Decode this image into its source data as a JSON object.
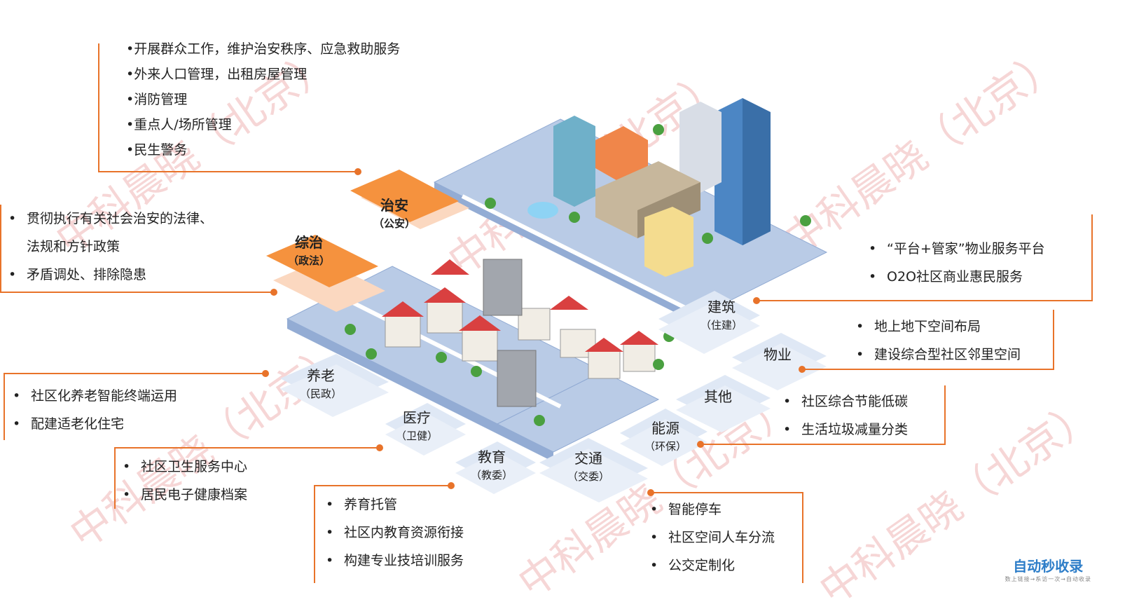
{
  "watermark": "中科晨晓（北京）",
  "categories": {
    "zhian": {
      "main": "治安",
      "sub": "（公安）"
    },
    "zongzhi": {
      "main": "综治",
      "sub": "（政法）"
    },
    "jianzhu": {
      "main": "建筑",
      "sub": "（住建）"
    },
    "wuye": {
      "main": "物业",
      "sub": ""
    },
    "qita": {
      "main": "其他",
      "sub": ""
    },
    "nengyuan": {
      "main": "能源",
      "sub": "（环保）"
    },
    "yanglao": {
      "main": "养老",
      "sub": "（民政）"
    },
    "yiliao": {
      "main": "医疗",
      "sub": "（卫健）"
    },
    "jiaoyu": {
      "main": "教育",
      "sub": "（教委）"
    },
    "jiaotong": {
      "main": "交通",
      "sub": "（交委）"
    }
  },
  "bullets": {
    "zhian": [
      "•开展群众工作，维护治安秩序、应急救助服务",
      "•外来人口管理，出租房屋管理",
      "•消防管理",
      "•重点人/场所管理",
      "•民生警务"
    ],
    "zongzhi": [
      "贯彻执行有关社会治安的法律、",
      "法规和方针政策",
      "矛盾调处、排除隐患"
    ],
    "wuye": [
      "“平台+管家”物业服务平台",
      "O2O社区商业惠民服务"
    ],
    "jianzhu": [
      "地上地下空间布局",
      "建设综合型社区邻里空间"
    ],
    "qita": [
      "社区综合节能低碳",
      "生活垃圾减量分类"
    ],
    "yanglao": [
      "社区化养老智能终端运用",
      "配建适老化住宅"
    ],
    "yiliao": [
      "社区卫生服务中心",
      "居民电子健康档案"
    ],
    "jiaoyu": [
      "养育托管",
      "社区内教育资源衔接",
      "构建专业技培训服务"
    ],
    "jiaotong": [
      "智能停车",
      "社区空间人车分流",
      "公交定制化"
    ]
  },
  "logo": {
    "name": "自动秒收录",
    "slogan": "数上链接→系访一次→自动收录"
  },
  "colors": {
    "accent": "#e8732a",
    "tile": "#dfe8f5",
    "orange_tile": "#f5923e"
  }
}
